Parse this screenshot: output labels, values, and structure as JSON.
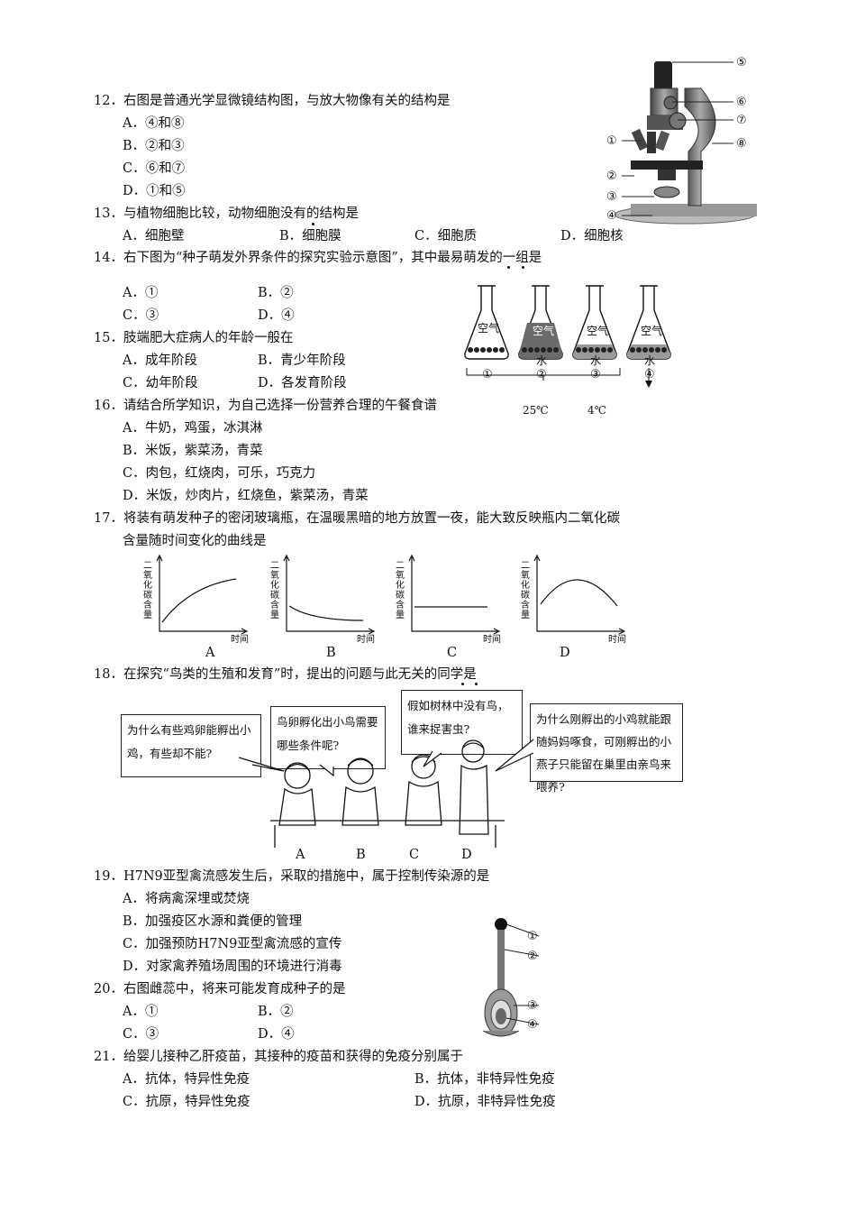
{
  "q12": {
    "stem": "12．右图是普通光学显微镜结构图，与放大物像有关的结构是",
    "a": "A．④和⑧",
    "b": "B．②和③",
    "c": "C．⑥和⑦",
    "d": "D．①和⑤"
  },
  "microscope_labels": [
    "①",
    "②",
    "③",
    "④",
    "⑤",
    "⑥",
    "⑦",
    "⑧"
  ],
  "q13": {
    "stem": "13．与植物细胞比较，动物细胞没有的结构是",
    "a": "A．细胞壁",
    "b": "B．细胞膜",
    "c": "C．细胞质",
    "d": "D．细胞核"
  },
  "q14": {
    "stem": "14．右下图为“种子萌发外界条件的探究实验示意图”，其中最易萌发的一组是",
    "a": "A．①",
    "b": "B．②",
    "c": "C．③",
    "d": "D．④"
  },
  "flasks": {
    "air": "空气",
    "water": "水",
    "nums": [
      "①",
      "②",
      "③",
      "④"
    ],
    "temp1": "25℃",
    "temp2": "4℃"
  },
  "q15": {
    "stem": "15．肢端肥大症病人的年龄一般在",
    "a": "A．成年阶段",
    "b": "B．青少年阶段",
    "c": "C．幼年阶段",
    "d": "D．各发育阶段"
  },
  "q16": {
    "stem": "16．请结合所学知识，为自己选择一份营养合理的午餐食谱",
    "a": "A．牛奶，鸡蛋，冰淇淋",
    "b": "B．米饭，紫菜汤，青菜",
    "c": "C．肉包，红烧肉，可乐，巧克力",
    "d": "D．米饭，炒肉片，红烧鱼，紫菜汤，青菜"
  },
  "q17": {
    "stem1": "17．将装有萌发种子的密闭玻璃瓶，在温暖黑暗的地方放置一夜，能大致反映瓶内二氧化碳",
    "stem2": "含量随时间变化的曲线是",
    "ylabel": "二氧化碳含量",
    "xlabel": "时间",
    "opts": [
      "A",
      "B",
      "C",
      "D"
    ]
  },
  "q18": {
    "stem": "18．在探究“鸟类的生殖和发育”时，提出的问题与此无关的同学是",
    "b1": "为什么有些鸡卵能孵出小鸡，有些却不能?",
    "b2": "鸟卵孵化出小鸟需要哪些条件呢?",
    "b3": "假如树林中没有鸟，谁来捉害虫?",
    "b4": "为什么刚孵出的小鸡就能跟随妈妈啄食，可刚孵出的小燕子只能留在巢里由亲鸟来喂养?",
    "opts": [
      "A",
      "B",
      "C",
      "D"
    ]
  },
  "q19": {
    "stem": "19．H7N9亚型禽流感发生后，采取的措施中，属于控制传染源的是",
    "a": "A．将病禽深埋或焚烧",
    "b": "B．加强疫区水源和粪便的管理",
    "c": "C．加强预防H7N9亚型禽流感的宣传",
    "d": "D．对家禽养殖场周围的环境进行消毒"
  },
  "pistil_labels": [
    "①",
    "②",
    "③",
    "④"
  ],
  "q20": {
    "stem": "20．右图雌蕊中，将来可能发育成种子的是",
    "a": "A．①",
    "b": "B．②",
    "c": "C．③",
    "d": "D．④"
  },
  "q21": {
    "stem": "21．给婴儿接种乙肝疫苗，其接种的疫苗和获得的免疫分别属于",
    "a": "A．抗体，特异性免疫",
    "b": "B．抗体，非特异性免疫",
    "c": "C．抗原，特异性免疫",
    "d": "D．抗原，非特异性免疫"
  }
}
